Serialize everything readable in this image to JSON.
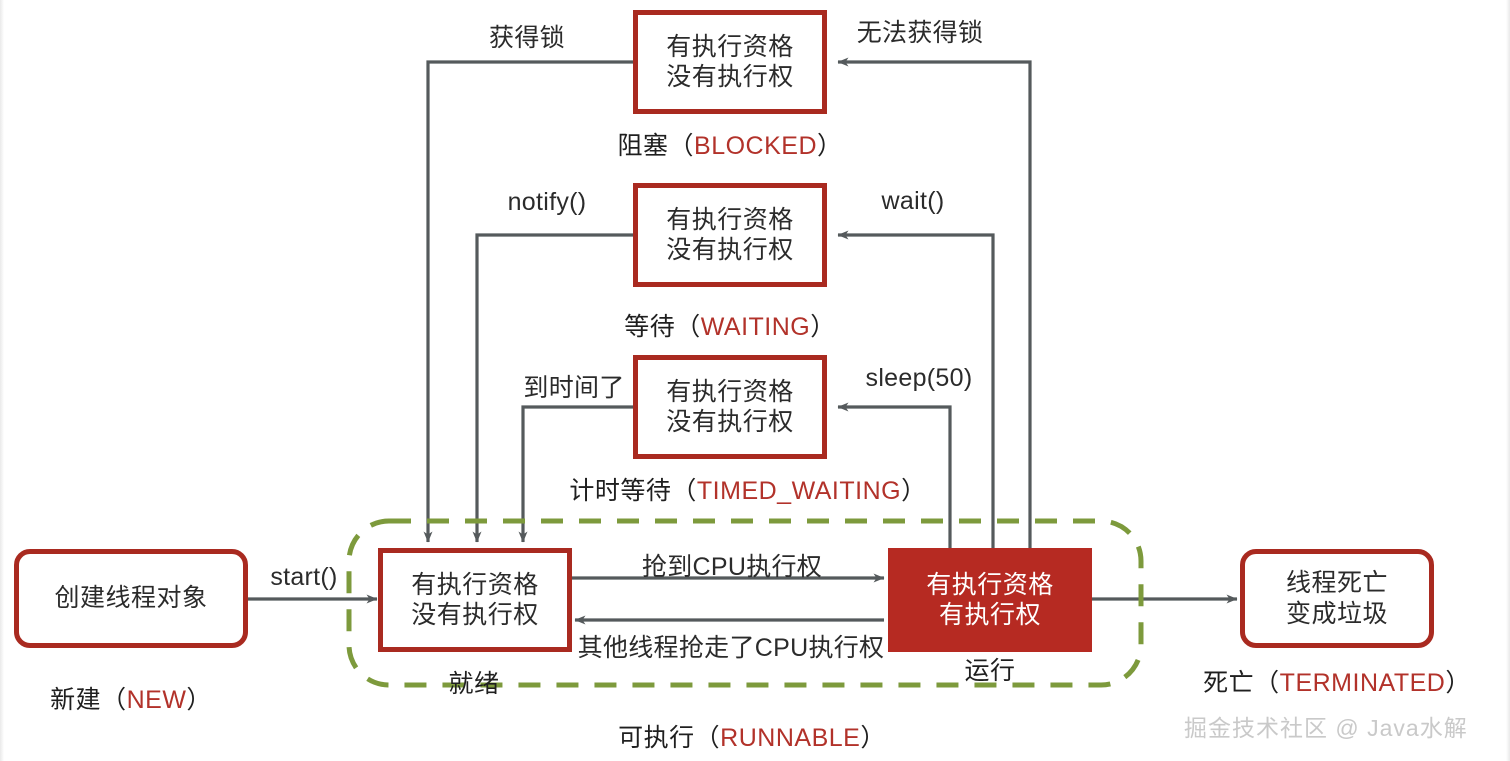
{
  "diagram": {
    "title": "Java Thread State Transition Diagram",
    "colors": {
      "box_border_red": "#a92a20",
      "box_fill_red": "#b62a22",
      "runnable_dashed_green": "#7d9a3c",
      "arrow_gray": "#555a5c",
      "state_name_red": "#b2322a",
      "text_dark": "#2b2b2b",
      "watermark_gray": "#c9c9c9",
      "background": "#ffffff"
    },
    "nodes": {
      "new": {
        "line1": "创建线程对象",
        "line2": "",
        "caption_cn": "新建",
        "caption_open": "（",
        "caption_en": "NEW",
        "caption_close": "）"
      },
      "blocked": {
        "line1": "有执行资格",
        "line2": "没有执行权",
        "caption_cn": "阻塞",
        "caption_open": "（",
        "caption_en": "BLOCKED",
        "caption_close": "）"
      },
      "waiting": {
        "line1": "有执行资格",
        "line2": "没有执行权",
        "caption_cn": "等待",
        "caption_open": "（",
        "caption_en": "WAITING",
        "caption_close": "）"
      },
      "timed_waiting": {
        "line1": "有执行资格",
        "line2": "没有执行权",
        "caption_cn": "计时等待",
        "caption_open": "（",
        "caption_en": "TIMED_WAITING",
        "caption_close": "）"
      },
      "ready": {
        "line1": "有执行资格",
        "line2": "没有执行权",
        "caption_cn": "就绪"
      },
      "running": {
        "line1": "有执行资格",
        "line2": "有执行权",
        "caption_cn": "运行"
      },
      "terminated": {
        "line1": "线程死亡",
        "line2": "变成垃圾",
        "caption_cn": "死亡",
        "caption_open": "（",
        "caption_en": "TERMINATED",
        "caption_close": "）"
      },
      "runnable_group": {
        "caption_cn": "可执行",
        "caption_open": "（",
        "caption_en": "RUNNABLE",
        "caption_close": "）"
      }
    },
    "edges": {
      "acquire_lock": "获得锁",
      "cannot_acquire_lock": "无法获得锁",
      "notify": "notify()",
      "wait": "wait()",
      "time_up": "到时间了",
      "sleep": "sleep(50)",
      "start": "start()",
      "got_cpu": "抢到CPU执行权",
      "lost_cpu": "其他线程抢走了CPU执行权"
    },
    "watermark": "掘金技术社区 @ Java水解"
  }
}
